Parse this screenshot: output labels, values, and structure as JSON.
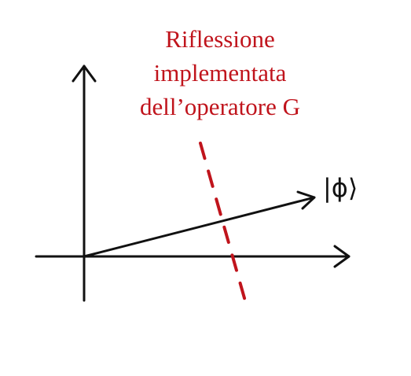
{
  "caption": {
    "lines": [
      "Riflessione",
      "implementata",
      "dell’operatore G"
    ],
    "color": "#c0141c"
  },
  "vector_label": "|ϕ⟩",
  "colors": {
    "axes": "#111111",
    "reflection_line": "#c0141c"
  }
}
